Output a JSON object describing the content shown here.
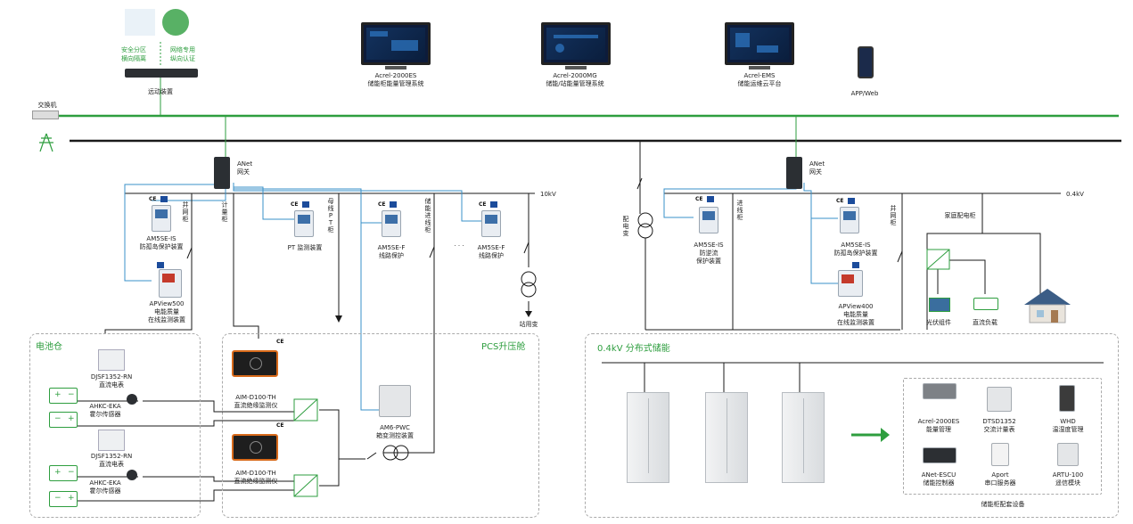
{
  "top": {
    "sgcc_texts": [
      "安全分区",
      "横向隔离",
      "网络专用",
      "纵向认证"
    ],
    "security_device": "远动装置",
    "es_system": [
      "Acrel-2000ES",
      "储能柜能量管理系统"
    ],
    "mg_system": [
      "Acrel-2000MG",
      "储能/站能量管理系统"
    ],
    "ems_system": [
      "Acrel-EMS",
      "储能运维云平台"
    ],
    "app": "APP/Web",
    "switch": "交换机"
  },
  "left_section": {
    "gateway": [
      "ANet",
      "网关"
    ],
    "bus_voltage": "10kV",
    "feeders": {
      "grid_tie": "并网柜",
      "metering": "计量柜",
      "pt_cabinet": "母线PT柜",
      "storage_in": "储能进线柜"
    },
    "devices": [
      [
        "AM5SE-IS",
        "防孤岛保护装置"
      ],
      [
        "APView500",
        "电能质量",
        "在线监测装置"
      ],
      [
        "PT 监测装置"
      ],
      [
        "AM5SE-F",
        "线路保护"
      ],
      [
        "AM5SE-F",
        "线路保护"
      ]
    ],
    "ellipsis": "· · ·",
    "station_transformer": "站用变"
  },
  "right_section": {
    "gateway": [
      "ANet",
      "网关"
    ],
    "bus_voltage": "0.4kV",
    "distribution_transformer": "配电变",
    "feeders": {
      "inlet": "进线柜",
      "grid_tie": "并网柜"
    },
    "devices": [
      [
        "AM5SE-IS",
        "防逆流",
        "保护装置"
      ],
      [
        "AM5SE-IS",
        "防孤岛保护装置"
      ],
      [
        "APView400",
        "电能质量",
        "在线监测装置"
      ]
    ],
    "home": "家庭配电柜",
    "pv": "光伏组件",
    "dc_load": "直流负载"
  },
  "battery_box": {
    "title": "电池仓",
    "meter1": [
      "DJSF1352-RN",
      "直流电表"
    ],
    "hall1": [
      "AHKC-EKA",
      "霍尔传感器"
    ],
    "meter2": [
      "DJSF1352-RN",
      "直流电表"
    ],
    "hall2": [
      "AHKC-EKA",
      "霍尔传感器"
    ]
  },
  "pcs_box": {
    "title": "PCS升压舱",
    "aim1": [
      "AIM-D100-TH",
      "直流绝缘监测仪"
    ],
    "aim2": [
      "AIM-D100-TH",
      "直流绝缘监测仪"
    ],
    "am6": [
      "AM6-PWC",
      "箱变测控装置"
    ]
  },
  "dist_box": {
    "title": "0.4kV 分布式储能",
    "equip_caption": "储能柜配套设备",
    "equipment": [
      [
        "Acrel-2000ES",
        "能量管理"
      ],
      [
        "DTSD1352",
        "交流计量表"
      ],
      [
        "WHD",
        "温湿度管理"
      ],
      [
        "ANet-ESCU",
        "储能控制器"
      ],
      [
        "Aport",
        "串口服务器"
      ],
      [
        "ARTU-100",
        "遥信模块"
      ]
    ]
  },
  "colors": {
    "green": "#2e9e3f",
    "blue": "#3a90c8",
    "black": "#1a1a1a"
  }
}
